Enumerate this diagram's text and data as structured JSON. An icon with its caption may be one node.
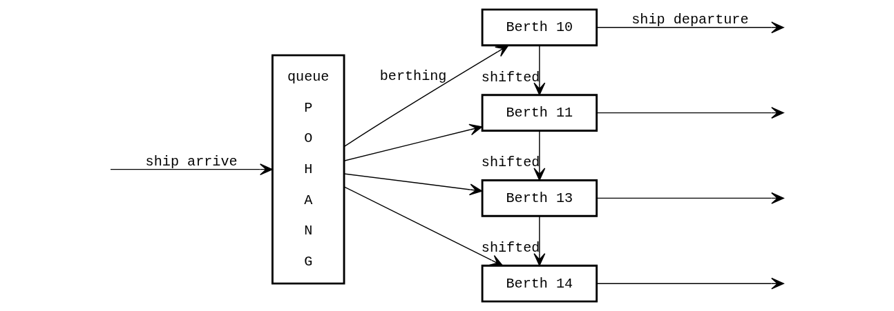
{
  "diagram": {
    "nodes": [
      {
        "text": [
          "queue",
          "P O H A N G"
        ]
      },
      {
        "text": [
          "Berth 10"
        ]
      },
      {
        "text": [
          "Berth 11"
        ]
      },
      {
        "text": [
          "Berth 13"
        ]
      },
      {
        "text": [
          "Berth 14"
        ]
      }
    ],
    "edges": [
      {
        "from": null,
        "to": 0,
        "arrow": "to",
        "label": "ship arrive"
      },
      {
        "from": 0,
        "to": 1,
        "arrow": "to",
        "label": "berthing"
      },
      {
        "from": 0,
        "to": 2,
        "arrow": "to"
      },
      {
        "from": 0,
        "to": 3,
        "arrow": "to"
      },
      {
        "from": 0,
        "to": 4,
        "arrow": "to"
      },
      {
        "from": 1,
        "to": null,
        "arrow": "to",
        "label": "ship departure"
      },
      {
        "from": 2,
        "to": null,
        "arrow": "to"
      },
      {
        "from": 3,
        "to": null,
        "arrow": "to"
      },
      {
        "from": 4,
        "to": null,
        "arrow": "to"
      },
      {
        "from": 1,
        "to": 2,
        "arrow": "to",
        "label": "shifted"
      },
      {
        "from": 2,
        "to": 3,
        "arrow": "to",
        "label": "shifted"
      },
      {
        "from": 3,
        "to": 4,
        "arrow": "to",
        "label": "shifted"
      }
    ]
  }
}
